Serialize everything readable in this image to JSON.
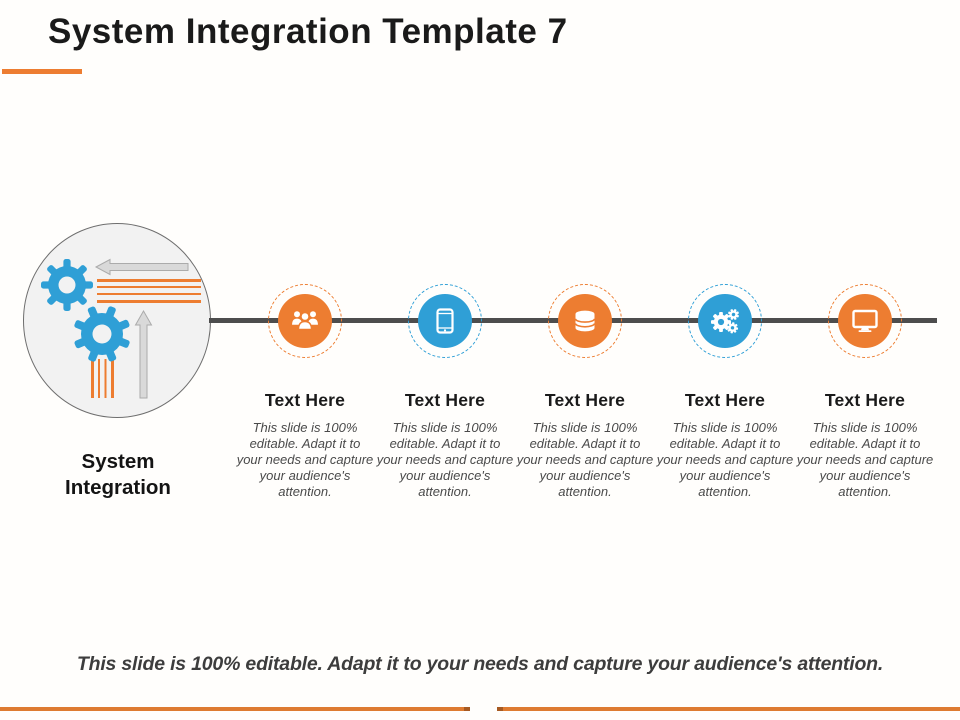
{
  "slide": {
    "title": "System Integration Template 7",
    "hub": {
      "icon": "integration-gears-icon",
      "label_line1": "System",
      "label_line2": "Integration"
    },
    "steps": [
      {
        "icon": "team-icon",
        "accent": "#ED7D31",
        "heading": "Text Here",
        "body": "This slide is 100% editable. Adapt it to your needs and capture your audience's attention."
      },
      {
        "icon": "smartphone-icon",
        "accent": "#2F9FD6",
        "heading": "Text Here",
        "body": "This slide is 100% editable. Adapt it to your needs and capture your audience's attention."
      },
      {
        "icon": "database-icon",
        "accent": "#ED7D31",
        "heading": "Text Here",
        "body": "This slide is 100% editable. Adapt it to your needs and capture your audience's attention."
      },
      {
        "icon": "gears-icon",
        "accent": "#2F9FD6",
        "heading": "Text Here",
        "body": "This slide is 100% editable. Adapt it to your needs and capture your audience's attention."
      },
      {
        "icon": "monitor-icon",
        "accent": "#ED7D31",
        "heading": "Text Here",
        "body": "This slide is 100% editable. Adapt it to your needs and capture your audience's attention."
      }
    ],
    "footer_note": "This slide is 100% editable. Adapt it to your needs and capture your audience's attention.",
    "colors": {
      "accent_orange": "#ED7D31",
      "accent_blue": "#2F9FD6",
      "timeline": "#4D4D4D",
      "hub_fill": "#F2F2F2",
      "arrow_gray": "#D9D9D9",
      "heading_text": "#1A1A1A",
      "body_text": "#4A4A4A"
    }
  }
}
